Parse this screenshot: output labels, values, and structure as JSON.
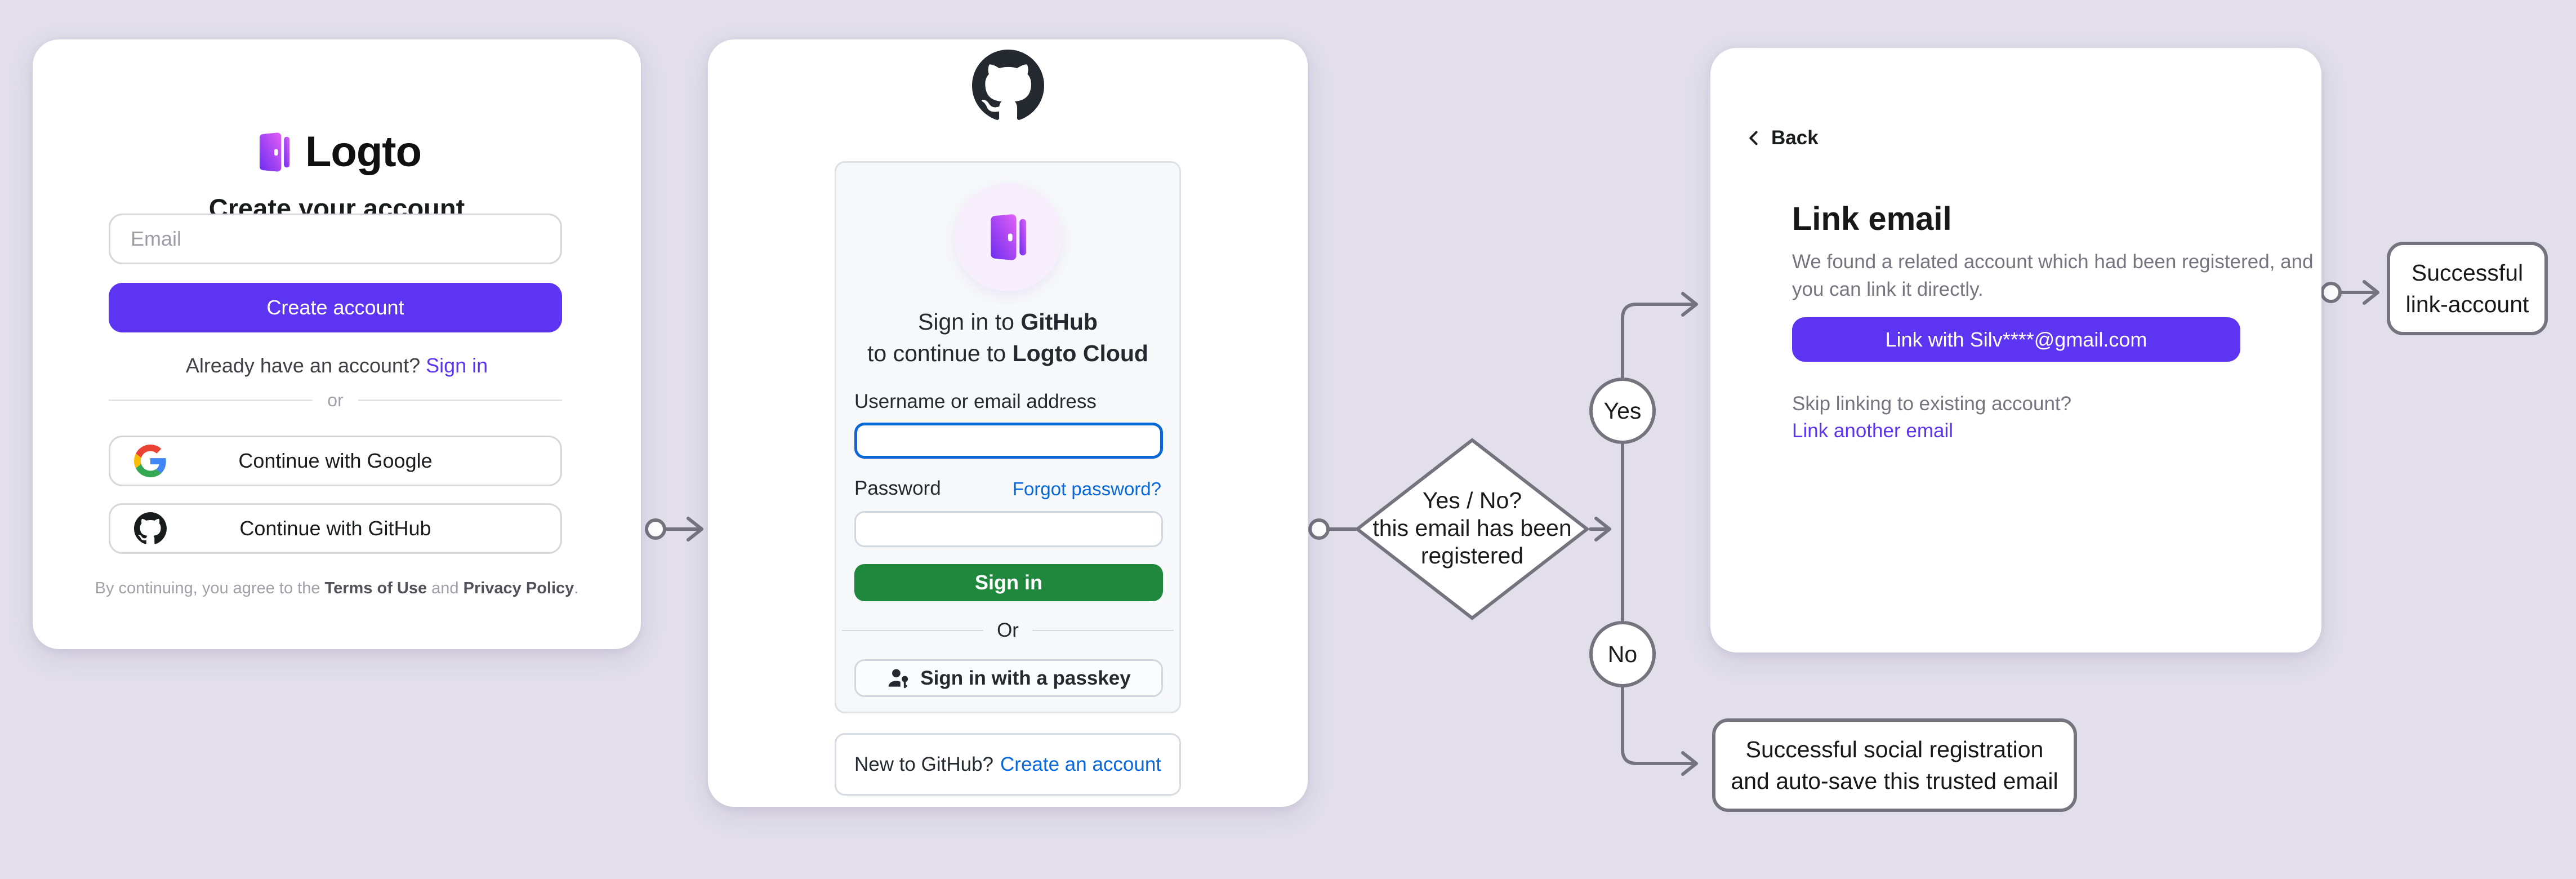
{
  "logto_card": {
    "brand": "Logto",
    "title": "Create your account",
    "email_placeholder": "Email",
    "create_button": "Create account",
    "signin_prompt": "Already have an account? ",
    "signin_link": "Sign in",
    "divider": "or",
    "google_button": "Continue with Google",
    "github_button": "Continue with GitHub",
    "terms_prefix": "By continuing, you agree to the ",
    "terms_of_use": "Terms of Use",
    "terms_and": " and ",
    "privacy_policy": "Privacy Policy",
    "terms_suffix": "."
  },
  "github_card": {
    "signin_line1_prefix": "Sign in to ",
    "signin_line1_bold": "GitHub",
    "signin_line2_prefix": "to continue to ",
    "signin_line2_bold": "Logto Cloud",
    "username_label": "Username or email address",
    "password_label": "Password",
    "forgot_link": "Forgot password?",
    "signin_button": "Sign in",
    "divider": "Or",
    "passkey_button": "Sign in with a passkey",
    "new_prompt": "New to GitHub?",
    "create_link": "Create an account"
  },
  "link_card": {
    "back": "Back",
    "title": "Link email",
    "description_line1": "We found a related account which had been registered, and",
    "description_line2": "you can link it directly.",
    "link_button": "Link with Silv****@gmail.com",
    "skip_text": "Skip linking to existing account?",
    "link_another": "Link another email"
  },
  "flow": {
    "decision_line1": "Yes / No?",
    "decision_line2": "this email has been",
    "decision_line3": "registered",
    "yes_label": "Yes",
    "no_label": "No",
    "outcome_link_line1": "Successful",
    "outcome_link_line2": "link-account",
    "outcome_social_line1": "Successful social registration",
    "outcome_social_line2": "and auto-save this trusted email"
  },
  "colors": {
    "accent_purple": "#5d34f2",
    "github_green": "#1f883d",
    "github_blue": "#0969da",
    "connector_gray": "#75747e",
    "background": "#e2dfeb"
  }
}
